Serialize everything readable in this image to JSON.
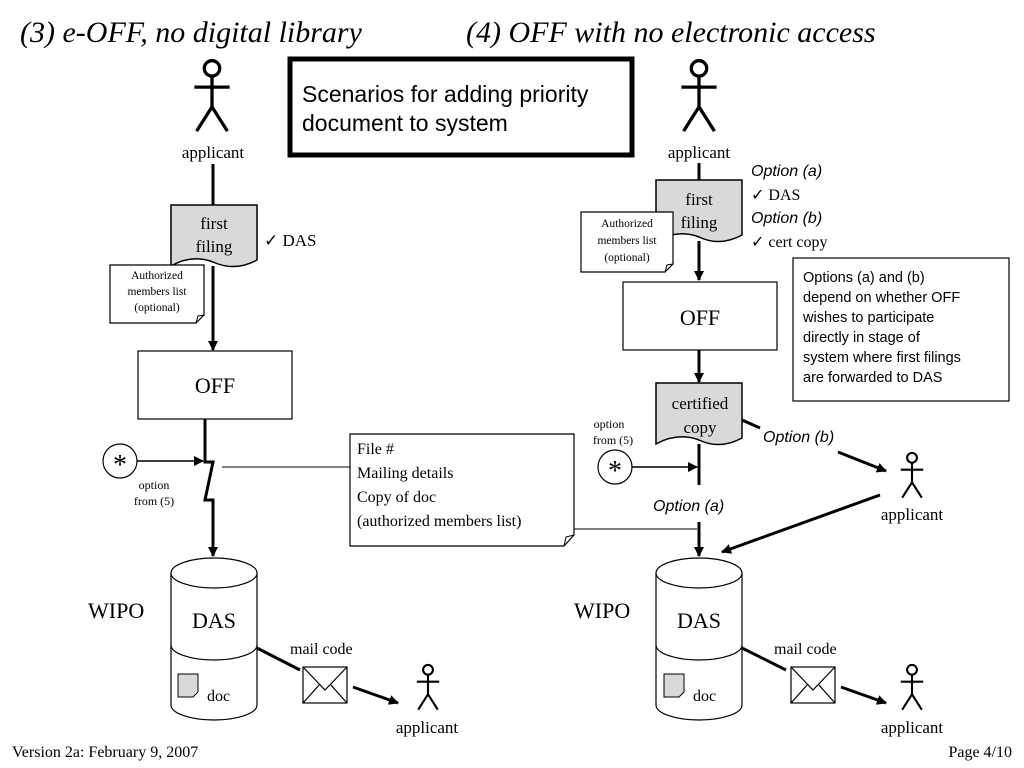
{
  "left_heading": "(3) e-OFF, no digital library",
  "right_heading": "(4) OFF with no electronic access",
  "center_box_title": [
    "Scenarios for adding priority",
    "document to system"
  ],
  "footer": {
    "version": "Version 2a:  February 9, 2007",
    "page": "Page 4/10"
  },
  "left": {
    "applicant_top": "applicant",
    "first_filing": [
      "first",
      "filing"
    ],
    "das_check": "✓ DAS",
    "authorized": [
      "Authorized",
      "members list",
      "(optional)"
    ],
    "off": "OFF",
    "asterisk": "*",
    "option_from": [
      "option",
      "from (5)"
    ],
    "wipo": "WIPO",
    "das": "DAS",
    "doc": "doc",
    "mail_code": "mail code",
    "applicant_bottom": "applicant"
  },
  "file_box": [
    "File #",
    "Mailing details",
    "Copy of doc",
    "(authorized members list)"
  ],
  "right": {
    "applicant_top": "applicant",
    "option_a_label": "Option (a)",
    "das_check": "✓ DAS",
    "option_b_label": "Option (b)",
    "cert_copy_check": "✓ cert copy",
    "first_filing": [
      "first",
      "filing"
    ],
    "authorized": [
      "Authorized",
      "members list",
      "(optional)"
    ],
    "off": "OFF",
    "options_note": [
      "Options (a) and (b)",
      "depend on whether OFF",
      "wishes to participate",
      "directly in stage of",
      "system where first filings",
      "are forwarded to DAS"
    ],
    "certified_copy": [
      "certified",
      "copy"
    ],
    "option_from": [
      "option",
      "from (5)"
    ],
    "asterisk": "*",
    "option_b_arrow": "Option (b)",
    "option_a_arrow": "Option (a)",
    "applicant_mid": "applicant",
    "wipo": "WIPO",
    "das": "DAS",
    "doc": "doc",
    "mail_code": "mail code",
    "applicant_bottom": "applicant"
  }
}
